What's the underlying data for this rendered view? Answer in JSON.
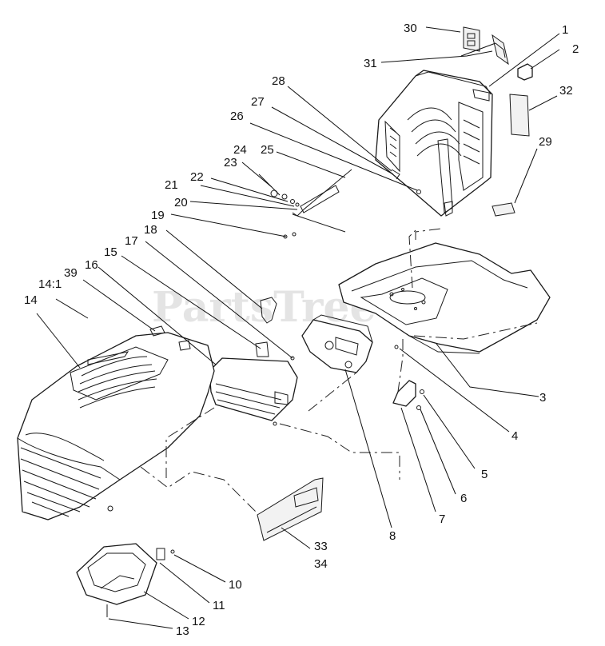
{
  "watermark": {
    "text": "PartsTree",
    "tm": "™"
  },
  "callouts": [
    "1",
    "2",
    "3",
    "4",
    "5",
    "6",
    "7",
    "8",
    "10",
    "11",
    "12",
    "13",
    "14",
    "14:1",
    "15",
    "16",
    "17",
    "18",
    "19",
    "20",
    "21",
    "22",
    "23",
    "24",
    "25",
    "26",
    "27",
    "28",
    "29",
    "30",
    "31",
    "32",
    "33",
    "34",
    "39"
  ],
  "colors": {
    "line": "#1a1a1a",
    "background": "#ffffff",
    "watermark": "#000000"
  }
}
